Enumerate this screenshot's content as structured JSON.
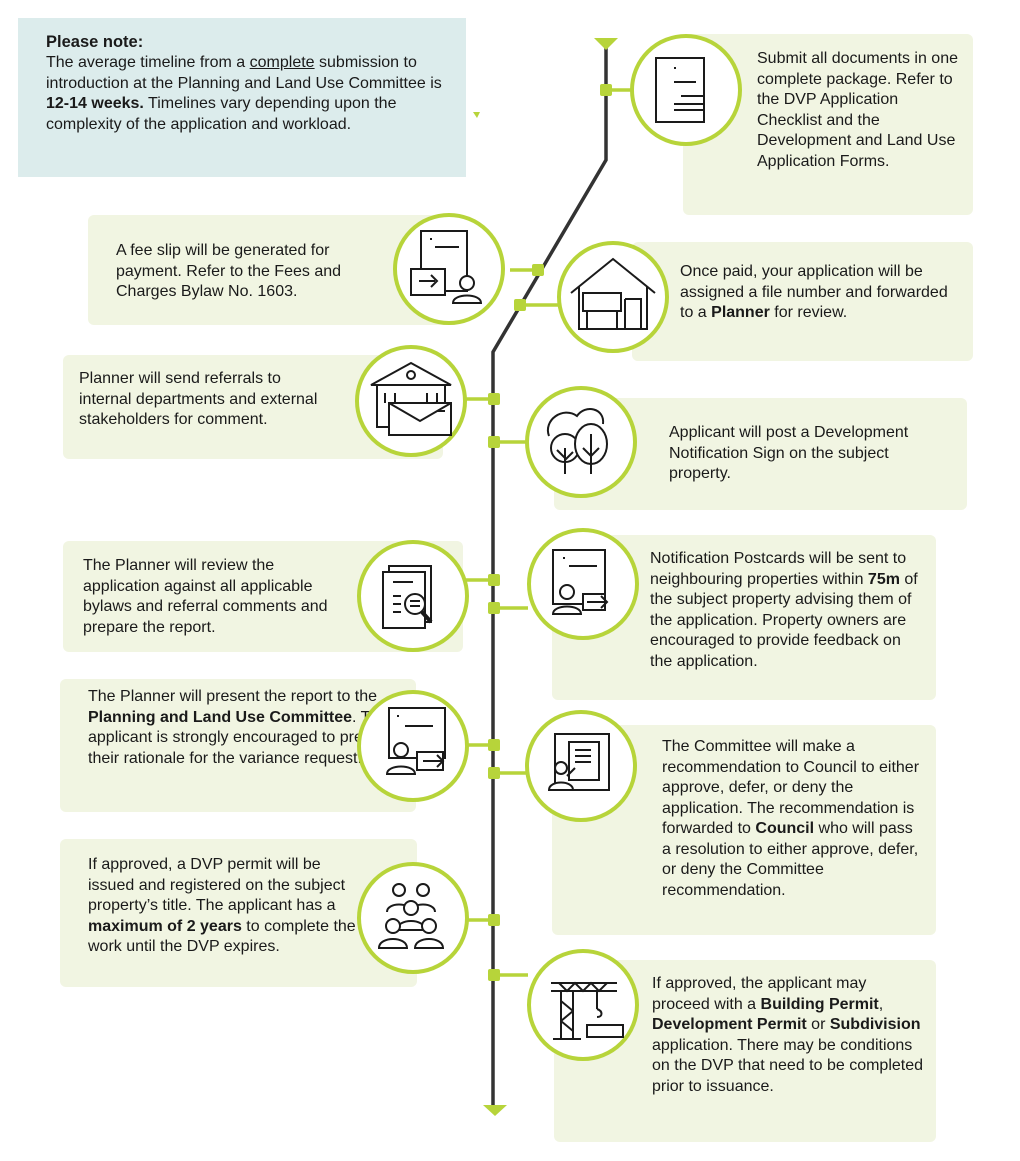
{
  "note": {
    "title": "Please note:",
    "t1": "The average timeline from a ",
    "t2": "complete",
    "t3": " submission to introduction at the Planning and Land Use Committee is ",
    "t4": "12-14 weeks.",
    "t5": " Timelines vary depending upon the complexity of the application and workload."
  },
  "steps": {
    "s1": {
      "a": "Submit all documents in one complete package. Refer to the DVP Application Checklist and the Development and Land Use Application Forms.",
      "icon": "document-icon"
    },
    "s2": {
      "a": "A fee slip will be generated for payment. Refer to the Fees and Charges Bylaw No. 1603.",
      "icon": "fee-slip-icon"
    },
    "s3": {
      "a": "Once paid, your application will be assigned a file number and forwarded to a ",
      "b": "Planner",
      "c": " for review.",
      "icon": "house-icon"
    },
    "s4": {
      "a": "Planner will send referrals to internal departments and external stakeholders for comment.",
      "icon": "municipal-building-icon"
    },
    "s5": {
      "a": "Applicant will post a Development Notification Sign on the subject property.",
      "icon": "trees-icon"
    },
    "s6": {
      "a": "The Planner will review the application against all applicable bylaws and referral comments and prepare the report.",
      "icon": "document-review-icon"
    },
    "s7": {
      "a": "Notification Postcards will be sent to neighbouring properties within ",
      "b": "75m",
      "c": " of the subject property advising them of the application. Property owners are encouraged to provide feedback on the application.",
      "icon": "postcard-icon"
    },
    "s8": {
      "a": "The Planner will present the report to the ",
      "b": "Planning and Land Use Committee",
      "c": ". The applicant is strongly encouraged to present their rationale for the variance request.",
      "icon": "presentation-icon"
    },
    "s9": {
      "a": "The Committee will make a recommendation to Council to either approve, defer, or deny the application. The recommendation is forwarded to ",
      "b": "Council",
      "c": " who will pass a resolution to either approve, defer, or deny the Committee recommendation.",
      "icon": "committee-board-icon"
    },
    "s10": {
      "a": "If approved, a DVP permit will be issued and registered on the subject property’s title. The applicant has a ",
      "b": "maximum of 2 years",
      "c": " to complete the work until the DVP expires.",
      "icon": "people-group-icon"
    },
    "s11": {
      "a": "If approved, the applicant may proceed with a ",
      "b": "Building Permit",
      "c": ", ",
      "d": "Development Permit",
      "e": " or ",
      "f": "Subdivision",
      "g": " application. There may be conditions on the DVP that need to be completed prior to issuance.",
      "icon": "construction-crane-icon"
    }
  },
  "colors": {
    "accent": "#b7d43a",
    "box": "#f1f5e2",
    "note": "#dcecec",
    "line": "#333333"
  }
}
